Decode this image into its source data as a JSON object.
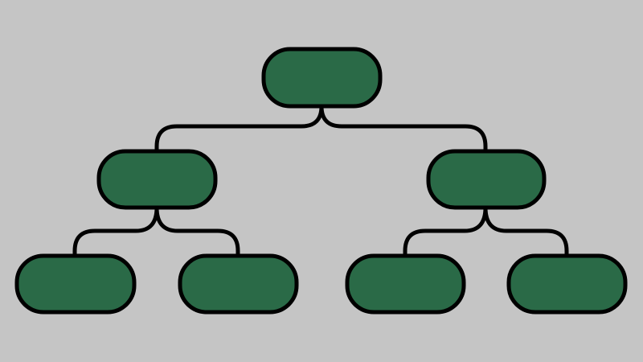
{
  "colors": {
    "background": "#c5c5c5",
    "node_fill": "#2a6a47",
    "outline": "#000000"
  },
  "tree": {
    "nodes": [
      {
        "id": "root",
        "label": ""
      },
      {
        "id": "left",
        "label": "",
        "parent": "root"
      },
      {
        "id": "right",
        "label": "",
        "parent": "root"
      },
      {
        "id": "left-left",
        "label": "",
        "parent": "left"
      },
      {
        "id": "left-right",
        "label": "",
        "parent": "left"
      },
      {
        "id": "right-left",
        "label": "",
        "parent": "right"
      },
      {
        "id": "right-right",
        "label": "",
        "parent": "right"
      }
    ]
  }
}
